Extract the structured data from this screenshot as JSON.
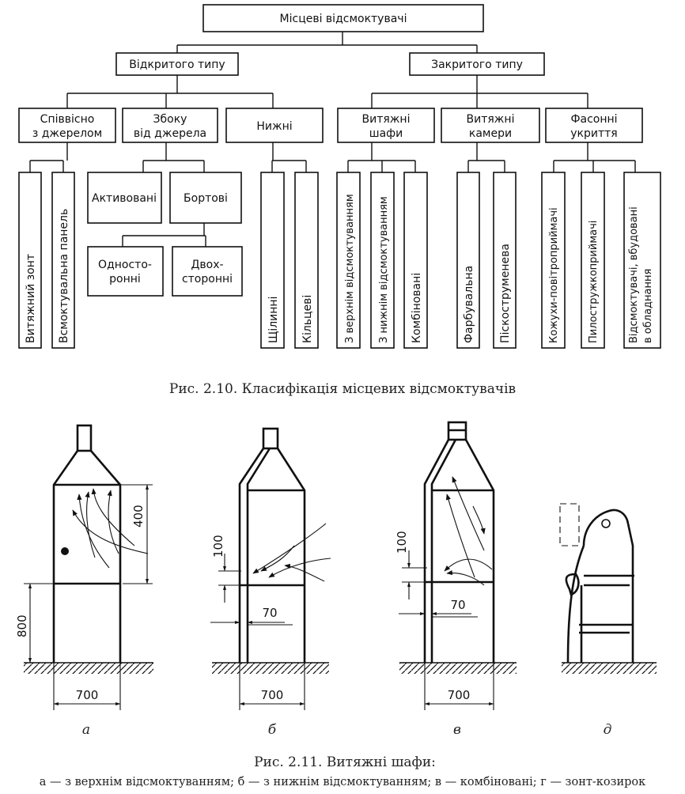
{
  "fig210": {
    "root": "Місцеві відсмоктувачі",
    "open": "Відкритого типу",
    "closed": "Закритого типу",
    "open_children": {
      "coaxial": [
        "Співвісно",
        "з джерелом"
      ],
      "side": [
        "Збоку",
        "від джерела"
      ],
      "bottom": "Нижні"
    },
    "closed_children": {
      "hoods": [
        "Витяжні",
        "шафи"
      ],
      "chambers": [
        "Витяжні",
        "камери"
      ],
      "shaped": [
        "Фасонні",
        "укриття"
      ]
    },
    "leaves": {
      "umbrella": "Витяжний зонт",
      "suction_panel": "Всмоктувальна панель",
      "activated": "Активовані",
      "rim": "Бортові",
      "one_sided": [
        "Односто-",
        "ронні"
      ],
      "two_sided": [
        "Двох-",
        "сторонні"
      ],
      "slot": "Щілинні",
      "ring": "Кільцеві",
      "top_suction": "З верхнім відсмоктуванням",
      "bottom_suction": "З нижнім відсмоктуванням",
      "combined": "Комбіновані",
      "painting": "Фарбувальна",
      "sandblast": "Піскоструменева",
      "casing_air": "Кожухи-повітроприймачі",
      "dust_chip": "Пилостружкоприймачі",
      "built_in": [
        "Відсмоктувачі, вбудовані",
        "в обладнання"
      ]
    },
    "caption": "Рис. 2.10. Класифікація місцевих відсмоктувачів"
  },
  "fig211": {
    "dims": {
      "h400": "400",
      "h800": "800",
      "w700_a": "700",
      "w700_b": "700",
      "w700_c": "700",
      "h100_b": "100",
      "h100_c": "100",
      "w70_b": "70",
      "w70_c": "70"
    },
    "labels": {
      "a": "а",
      "b": "б",
      "c": "в",
      "d": "д"
    },
    "caption": "Рис. 2.11. Витяжні шафи:",
    "subcaption": "а — з верхнім відсмоктуванням; б — з нижнім відсмоктуванням; в — комбіновані; г — зонт-козирок"
  }
}
